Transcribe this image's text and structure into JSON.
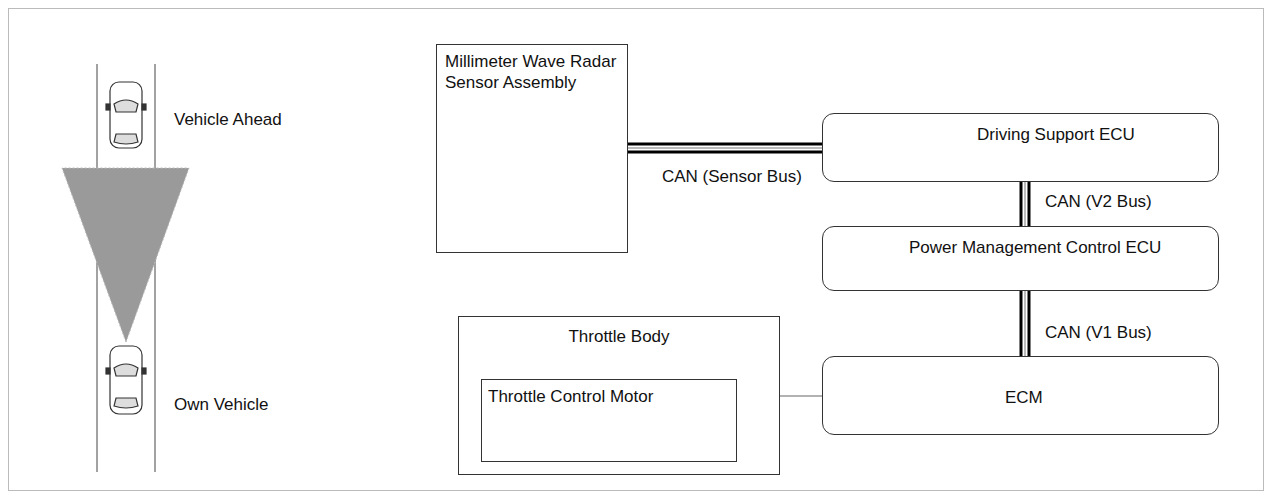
{
  "diagram": {
    "nodes": [
      {
        "text": [
          "Millimeter Wave Radar Sensor Assembly"
        ]
      },
      {
        "text": [
          "Driving Support ECU"
        ]
      },
      {
        "text": [
          "Power Management Control ECU"
        ]
      },
      {
        "text": [
          "Throttle Body"
        ]
      },
      {
        "text": [
          "Throttle Control Motor"
        ],
        "in": 3
      },
      {
        "text": [
          "ECM"
        ]
      }
    ],
    "edges": [
      {
        "from": 0,
        "to": 1,
        "arrow": "none",
        "label": "CAN (Sensor Bus)"
      },
      {
        "from": 1,
        "to": 2,
        "arrow": "none",
        "label": "CAN (V2 Bus)"
      },
      {
        "from": 2,
        "to": 5,
        "arrow": "none",
        "label": "CAN (V1 Bus)"
      },
      {
        "from": 5,
        "to": 4,
        "arrow": "to"
      }
    ],
    "labels": [
      "Vehicle Ahead",
      "Own Vehicle"
    ]
  }
}
